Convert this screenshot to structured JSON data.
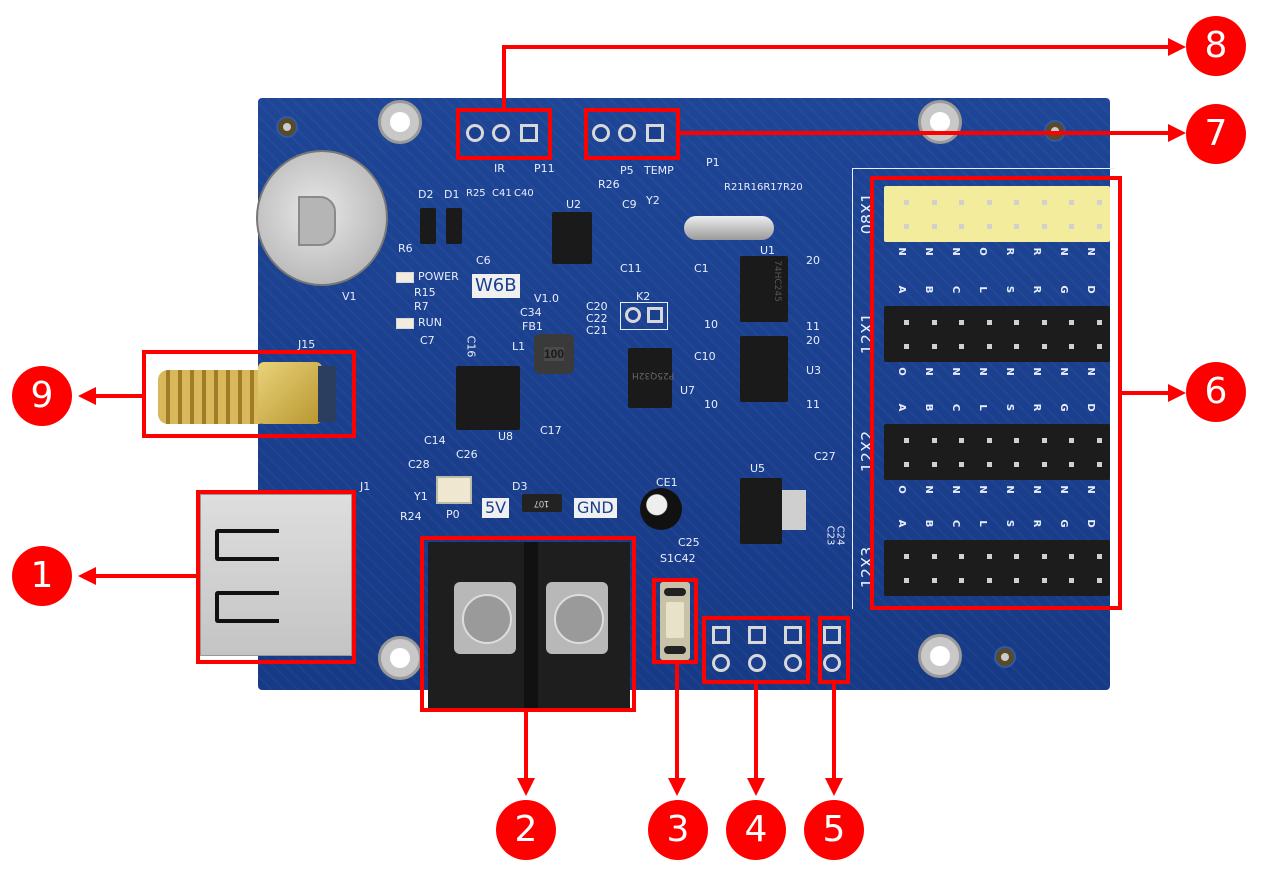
{
  "board": {
    "model_label": "W6B",
    "version_label": "V1.0",
    "power_labels": {
      "plus_v": "5V",
      "ground": "GND"
    },
    "silkscreen": {
      "ir": "IR",
      "p11": "P11",
      "p5": "P5",
      "temp": "TEMP",
      "p1": "P1",
      "resistor_row_top": "R21R16R17R20",
      "d2": "D2",
      "d1": "D1",
      "r25": "R25",
      "c41": "C41",
      "c40": "C40",
      "u2": "U2",
      "c9": "C9",
      "y2": "Y2",
      "r26": "R26",
      "r6": "R6",
      "power_led": "POWER",
      "r15": "R15",
      "r7": "R7",
      "run_led": "RUN",
      "c7": "C7",
      "c6": "C6",
      "c11": "C11",
      "c1": "C1",
      "u1": "U1",
      "u1_chip": "74HC245",
      "c34": "C34",
      "fb1": "FB1",
      "l1": "L1",
      "inductor_value": "100",
      "c20": "C20",
      "c22": "C22",
      "c21": "C21",
      "k2": "K2",
      "c10": "C10",
      "u3": "U3",
      "u7": "U7",
      "u7_chip": "P25Q32H",
      "u8": "U8",
      "c16": "C16",
      "c17": "C17",
      "c14": "C14",
      "c26": "C26",
      "c28": "C28",
      "y1": "Y1",
      "d3": "D3",
      "fuse_value": "107",
      "ce1": "CE1",
      "p0": "P0",
      "u5": "U5",
      "c27": "C27",
      "c23": "C23",
      "c24": "C24",
      "c25": "C25",
      "s1c42": "S1C42",
      "j15": "J15",
      "j1": "J1",
      "v1": "V1",
      "r24": "R24",
      "pin_20": "20",
      "pin_10": "10",
      "pin_11": "11"
    }
  },
  "hub_ports": [
    {
      "name": "08X1",
      "top_labels": [],
      "bottom_labels": [
        "N",
        "N",
        "N",
        "O",
        "R",
        "R",
        "N",
        "N"
      ],
      "color": "yellow"
    },
    {
      "name": "12X1",
      "top_labels": [
        "A",
        "B",
        "C",
        "L",
        "S",
        "R",
        "G",
        "D"
      ],
      "bottom_labels": [
        "O",
        "N",
        "N",
        "N",
        "N",
        "N",
        "N",
        "N"
      ],
      "color": "black"
    },
    {
      "name": "12X2",
      "top_labels": [
        "A",
        "B",
        "C",
        "L",
        "S",
        "R",
        "G",
        "D"
      ],
      "bottom_labels": [
        "O",
        "N",
        "N",
        "N",
        "N",
        "N",
        "N",
        "N"
      ],
      "color": "black"
    },
    {
      "name": "12X3",
      "top_labels": [
        "A",
        "B",
        "C",
        "L",
        "S",
        "R",
        "G",
        "D"
      ],
      "bottom_labels": [],
      "color": "black"
    }
  ],
  "callouts": [
    {
      "number": "1",
      "target": "USB port"
    },
    {
      "number": "2",
      "target": "Power terminal block"
    },
    {
      "number": "3",
      "target": "Test button S1"
    },
    {
      "number": "4",
      "target": "Button headers S2 S3 S4"
    },
    {
      "number": "5",
      "target": "Header P7"
    },
    {
      "number": "6",
      "target": "HUB output ports"
    },
    {
      "number": "7",
      "target": "Temperature sensor header P5"
    },
    {
      "number": "8",
      "target": "IR header P11"
    },
    {
      "number": "9",
      "target": "Antenna SMA connector J15"
    }
  ],
  "colors": {
    "callout": "#ff0000",
    "pcb": "#1b3f8f",
    "silkscreen": "#e8eefc"
  }
}
